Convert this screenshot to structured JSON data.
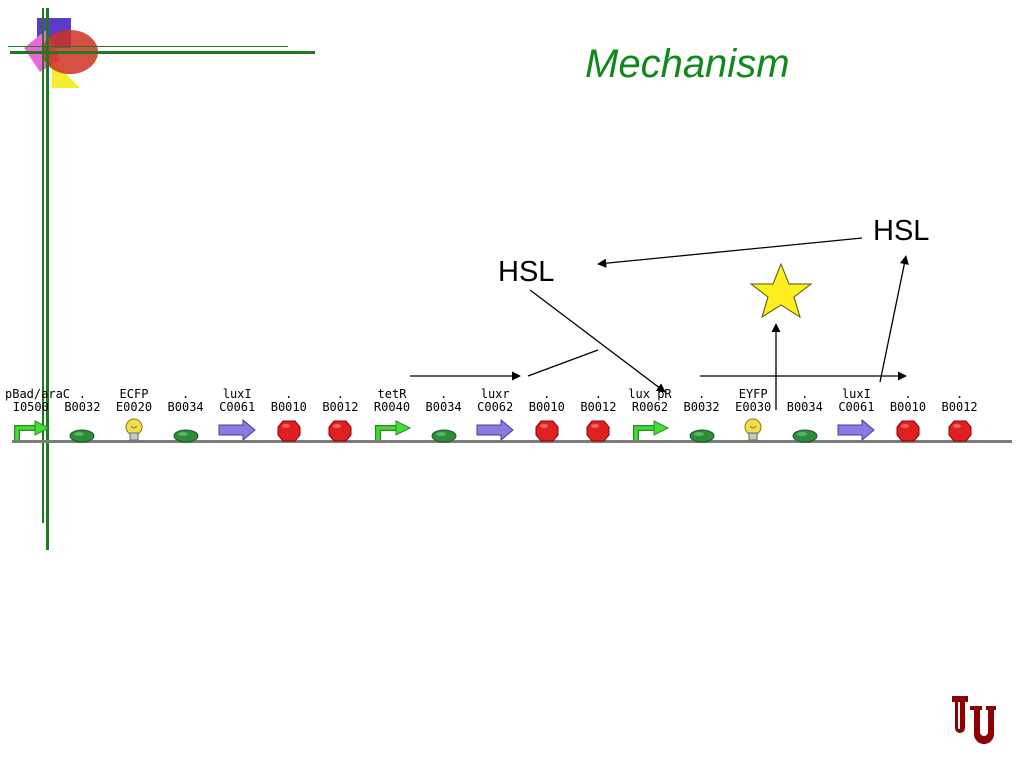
{
  "slide": {
    "title": "Mechanism",
    "hsl_left": "HSL",
    "hsl_right": "HSL"
  },
  "colors": {
    "frame_green": "#1e7a1e",
    "title_green": "#0f8a1a",
    "promoter": "#33cc33",
    "rbs": "#2e8b3a",
    "reporter": "#e8d84a",
    "coding": "#8a7be0",
    "terminator": "#e02020",
    "star": "#ffee22",
    "logo": "#8b0000"
  },
  "parts": [
    {
      "name": "pBad/araC",
      "id": "I0500",
      "type": "promoter-icon"
    },
    {
      "name": ".",
      "id": "B0032",
      "type": "rbs-icon"
    },
    {
      "name": "ECFP",
      "id": "E0020",
      "type": "reporter-icon"
    },
    {
      "name": ".",
      "id": "B0034",
      "type": "rbs-icon"
    },
    {
      "name": "luxI",
      "id": "C0061",
      "type": "coding-arrow-icon"
    },
    {
      "name": ".",
      "id": "B0010",
      "type": "terminator-icon"
    },
    {
      "name": ".",
      "id": "B0012",
      "type": "terminator-icon"
    },
    {
      "name": "tetR",
      "id": "R0040",
      "type": "promoter-icon"
    },
    {
      "name": ".",
      "id": "B0034",
      "type": "rbs-icon"
    },
    {
      "name": "luxr",
      "id": "C0062",
      "type": "coding-arrow-icon"
    },
    {
      "name": ".",
      "id": "B0010",
      "type": "terminator-icon"
    },
    {
      "name": ".",
      "id": "B0012",
      "type": "terminator-icon"
    },
    {
      "name": "lux pR",
      "id": "R0062",
      "type": "promoter-icon"
    },
    {
      "name": ".",
      "id": "B0032",
      "type": "rbs-icon"
    },
    {
      "name": "EYFP",
      "id": "E0030",
      "type": "reporter-icon"
    },
    {
      "name": ".",
      "id": "B0034",
      "type": "rbs-icon"
    },
    {
      "name": "luxI",
      "id": "C0061",
      "type": "coding-arrow-icon"
    },
    {
      "name": ".",
      "id": "B0010",
      "type": "terminator-icon"
    },
    {
      "name": ".",
      "id": "B0012",
      "type": "terminator-icon"
    }
  ]
}
